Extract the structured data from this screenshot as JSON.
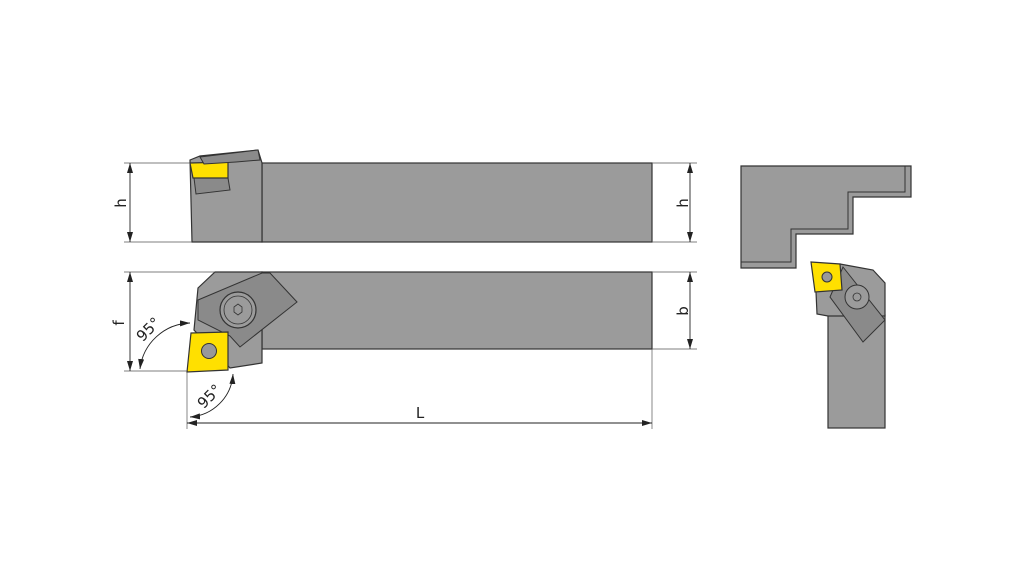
{
  "colors": {
    "holder": "#9b9b9b",
    "insert": "#ffe000",
    "outline": "#333333",
    "background": "#ffffff"
  },
  "labels": {
    "h_left": "h",
    "h_right": "h",
    "b": "b",
    "f": "f",
    "L": "L",
    "angle_top": "95°",
    "angle_bottom": "95°"
  }
}
